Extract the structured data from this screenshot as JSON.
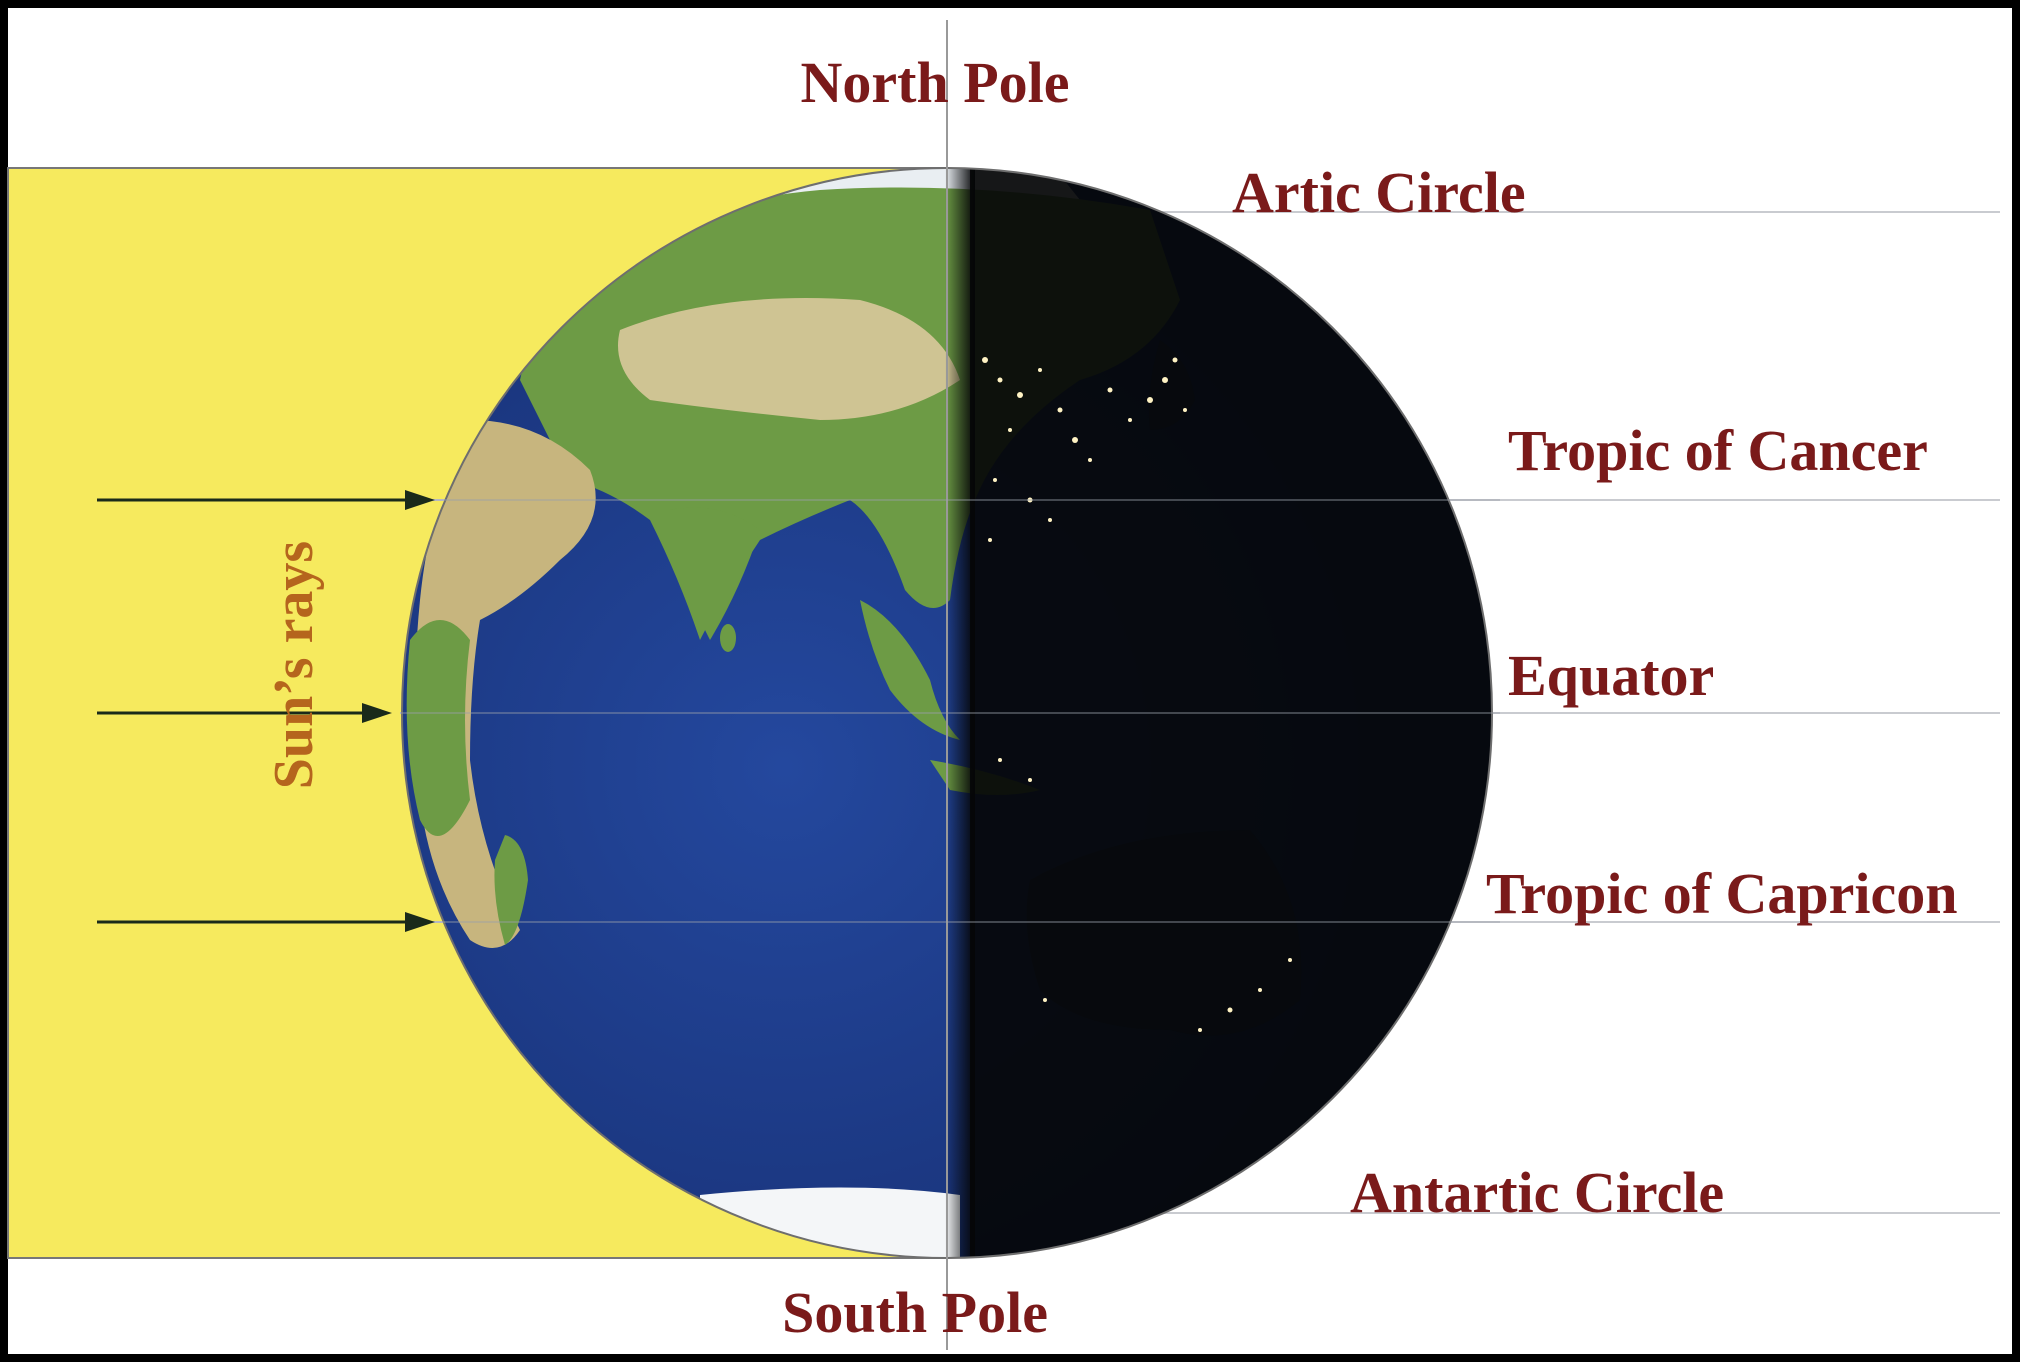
{
  "diagram": {
    "labels": {
      "north_pole": "North Pole",
      "south_pole": "South Pole",
      "arctic_circle": "Artic Circle",
      "tropic_cancer": "Tropic of Cancer",
      "equator": "Equator",
      "tropic_capricorn": "Tropic of Capricon",
      "antarctic_circle": "Antartic Circle",
      "sun_rays": "Sun’s rays"
    },
    "colors": {
      "label": "#7a1a1a",
      "sun_label": "#b5651d",
      "sunlight": "#f6ea5e",
      "background": "#ffffff",
      "frame": "#000000",
      "ocean": "#1c3a8a",
      "land": "#6d9b45",
      "desert": "#d9c99b",
      "ice": "#f4f6f8",
      "night": "#050608",
      "city_lights": "#fff3c4",
      "ray_arrow": "#1a2a1a"
    }
  }
}
